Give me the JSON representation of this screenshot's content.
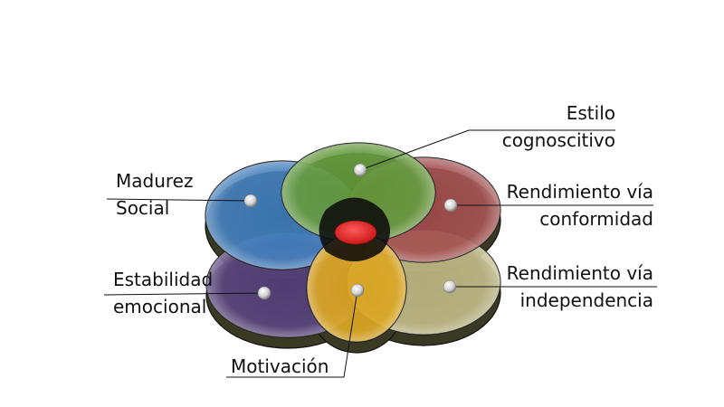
{
  "diagram": {
    "type": "venn-flower",
    "center_color": "#e8282a",
    "petals": [
      {
        "id": "madurez-social",
        "lines": [
          "Madurez",
          "Social"
        ],
        "color": "#3b78b8"
      },
      {
        "id": "estilo-cognoscitivo",
        "lines": [
          "Estilo",
          "cognoscitivo"
        ],
        "color": "#5e9636"
      },
      {
        "id": "rendimiento-conformidad",
        "lines": [
          "Rendimiento vía",
          "conformidad"
        ],
        "color": "#a04a4a"
      },
      {
        "id": "rendimiento-independencia",
        "lines": [
          "Rendimiento vía",
          "independencia"
        ],
        "color": "#bdb682"
      },
      {
        "id": "motivacion",
        "lines": [
          "Motivación"
        ],
        "color": "#d9a21a"
      },
      {
        "id": "estabilidad-emocional",
        "lines": [
          "Estabilidad",
          "emocional"
        ],
        "color": "#523d78"
      }
    ]
  }
}
